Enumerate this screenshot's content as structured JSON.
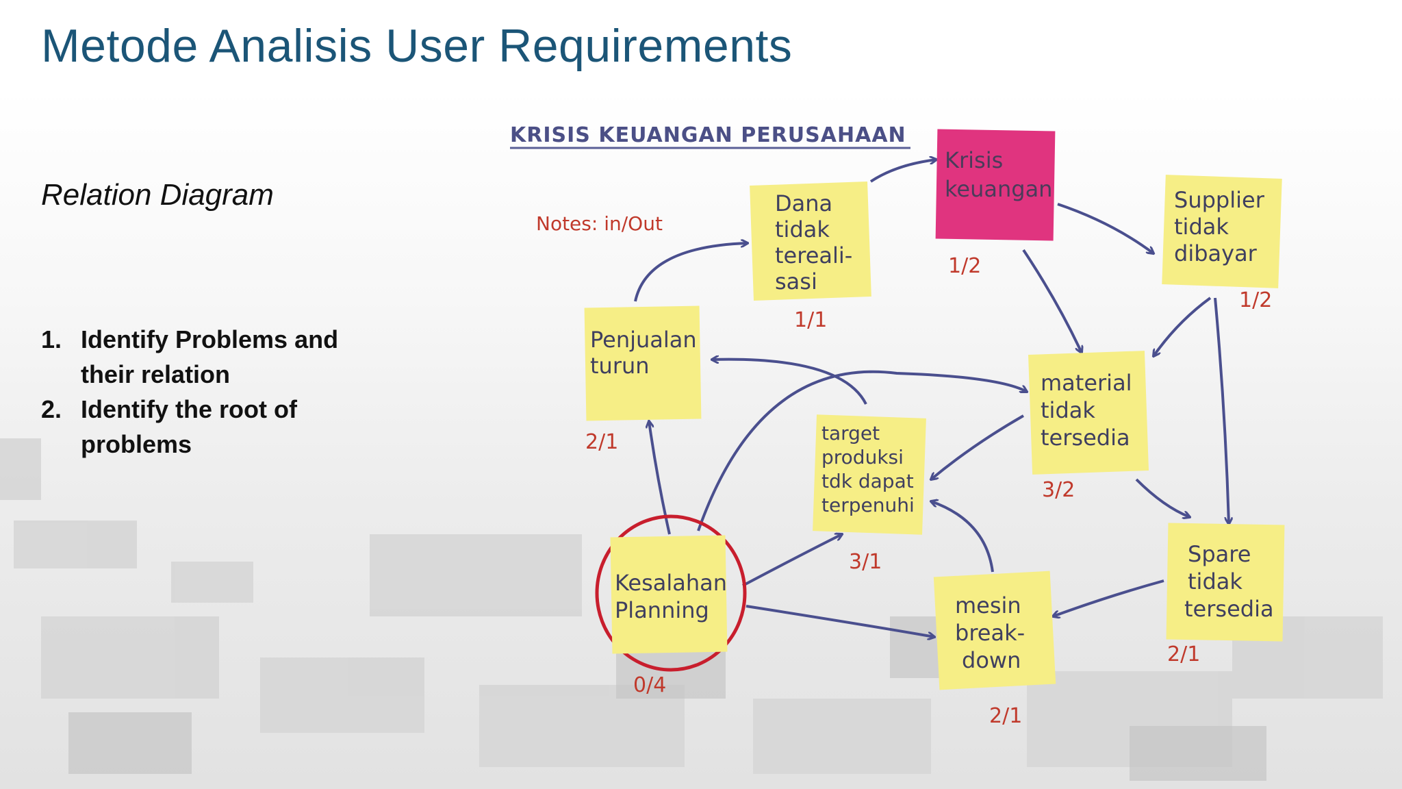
{
  "slide": {
    "title": "Metode Analisis User Requirements",
    "subtitle": "Relation Diagram",
    "steps": [
      {
        "num": "1.",
        "text": "Identify Problems and their relation"
      },
      {
        "num": "2.",
        "text": "Identify the root of problems"
      }
    ]
  },
  "diagram": {
    "heading": "KRISIS  KEUANGAN PERUSAHAAN",
    "notes": "Notes: in/Out",
    "notes_color": "#c0392b",
    "sticky_yellow": "#f6ee86",
    "sticky_pink": "#e0347f",
    "arrow_color": "#4a4f8e",
    "highlight_color": "#c81e2d",
    "notes_list": [
      {
        "id": "krisis",
        "lines": [
          "Krisis",
          "keuangan"
        ],
        "ratio": "1/2"
      },
      {
        "id": "dana",
        "lines": [
          "Dana",
          "tidak",
          "tereali-",
          "sasi"
        ],
        "ratio": "1/1"
      },
      {
        "id": "supplier",
        "lines": [
          "Supplier",
          "tidak",
          "dibayar"
        ],
        "ratio": "1/2"
      },
      {
        "id": "penjualan",
        "lines": [
          "Penjualan",
          "turun"
        ],
        "ratio": "2/1"
      },
      {
        "id": "material",
        "lines": [
          "material",
          "tidak",
          "tersedia"
        ],
        "ratio": "3/2"
      },
      {
        "id": "target",
        "lines": [
          "target",
          "produksi",
          "tdk dapat",
          "terpenuhi"
        ],
        "ratio": "3/1"
      },
      {
        "id": "kesalahan",
        "lines": [
          "Kesalahan",
          "Planning"
        ],
        "ratio": "0/4"
      },
      {
        "id": "mesin",
        "lines": [
          "mesin",
          "break-",
          "down"
        ],
        "ratio": "2/1"
      },
      {
        "id": "spare",
        "lines": [
          "Spare",
          "tidak",
          "tersedia"
        ],
        "ratio": "2/1"
      }
    ]
  }
}
